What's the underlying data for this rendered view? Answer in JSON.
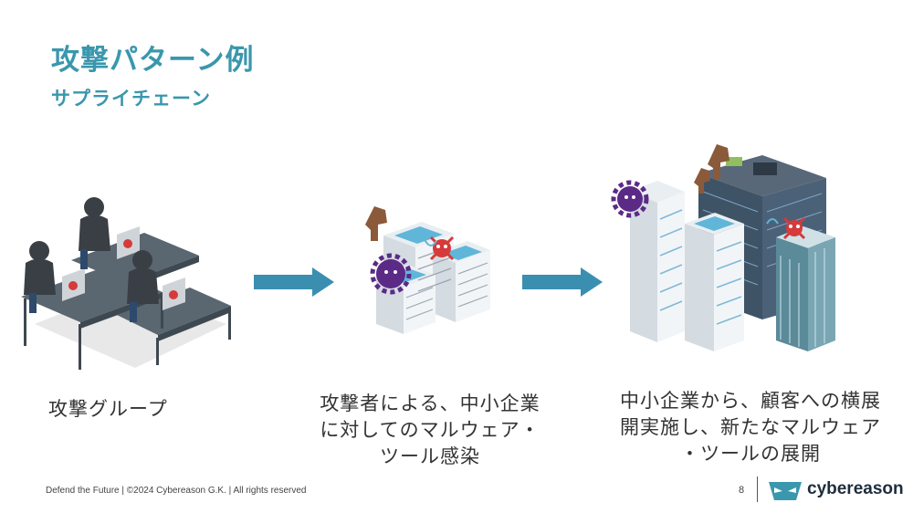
{
  "title": "攻撃パターン例",
  "subtitle": "サプライチェーン",
  "steps": [
    {
      "caption_lines": [
        "攻撃グループ"
      ]
    },
    {
      "caption_lines": [
        "攻撃者による、中小企業",
        "に対してのマルウェア・",
        "ツール感染"
      ]
    },
    {
      "caption_lines": [
        "中小企業から、顧客への横展",
        "開実施し、新たなマルウェア",
        "・ツールの展開"
      ]
    }
  ],
  "footer": {
    "text": "Defend the Future | ©2024 Cybereason G.K. | All rights reserved",
    "page_number": "8",
    "brand": "cybereason"
  },
  "colors": {
    "accent": "#3a97ad",
    "arrow": "#3a8fb0",
    "malware_purple": "#5b2a86",
    "malware_red": "#d63a3a",
    "trojan_brown": "#8a5a3a"
  },
  "icons": [
    "hacker-icon",
    "trojan-horse-icon",
    "virus-gear-icon",
    "skull-icon",
    "office-building-icon"
  ]
}
